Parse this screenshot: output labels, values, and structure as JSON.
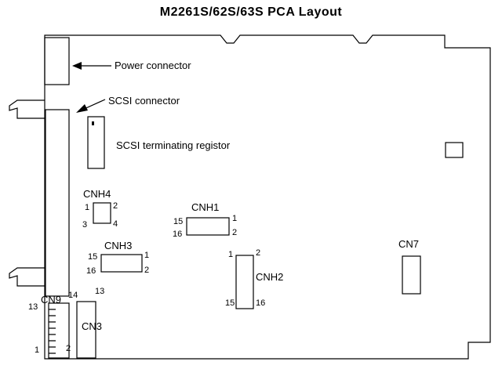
{
  "title": "M2261S/62S/63S  PCA Layout",
  "labels": {
    "power_connector": "Power connector",
    "scsi_connector": "SCSI connector",
    "scsi_terminating_resistor": "SCSI terminating registor"
  },
  "connectors": {
    "cnh4": {
      "label": "CNH4",
      "pin1": "1",
      "pin2": "2",
      "pin3": "3",
      "pin4": "4"
    },
    "cnh1": {
      "label": "CNH1",
      "pin15": "15",
      "pin16": "16",
      "pin1": "1",
      "pin2": "2"
    },
    "cnh3": {
      "label": "CNH3",
      "pin15": "15",
      "pin16": "16",
      "pin1": "1",
      "pin2": "2"
    },
    "cnh2": {
      "label": "CNH2",
      "pin1": "1",
      "pin2": "2",
      "pin15": "15",
      "pin16": "16"
    },
    "cn7": {
      "label": "CN7"
    },
    "cn9": {
      "label": "CN9",
      "pin13": "13",
      "pin14": "14",
      "pin1": "1",
      "pin2": "2"
    },
    "cn3": {
      "label": "CN3",
      "pin13": "13"
    }
  },
  "colors": {
    "line": "#000000",
    "background": "#ffffff"
  }
}
